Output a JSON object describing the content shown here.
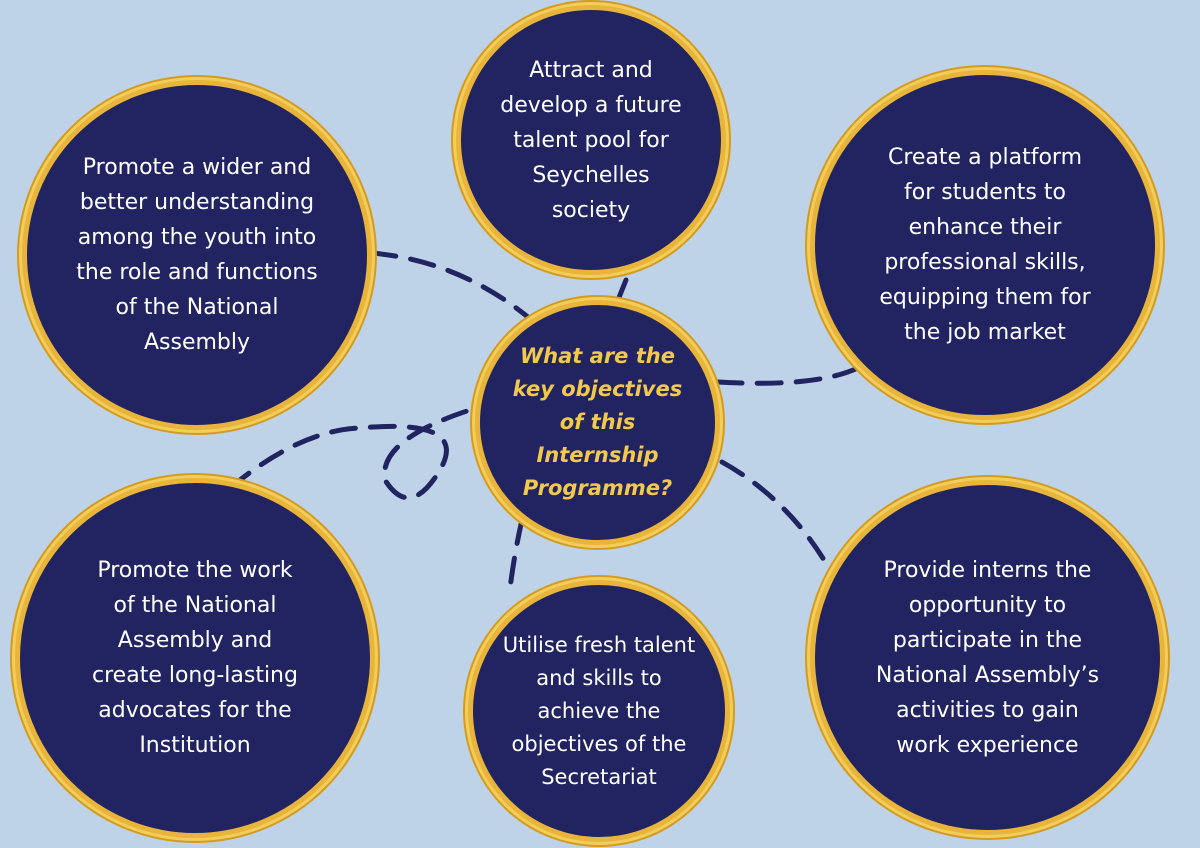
{
  "diagram": {
    "center": {
      "text": "What are the\nkey objectives\nof this\nInternship\nProgramme?"
    },
    "objectives": [
      {
        "id": "top",
        "text": "Attract and\ndevelop a future\ntalent pool for\nSeychelles\nsociety"
      },
      {
        "id": "top-left",
        "text": "Promote a wider and\nbetter understanding\namong the youth into\nthe role and functions\nof the National\nAssembly"
      },
      {
        "id": "top-right",
        "text": "Create a platform\nfor students to\nenhance their\nprofessional skills,\nequipping them for\nthe job market"
      },
      {
        "id": "bottom-left",
        "text": "Promote the work\nof the National\nAssembly and\ncreate long-lasting\nadvocates for the\nInstitution"
      },
      {
        "id": "bottom-center",
        "text": "Utilise fresh talent\nand skills to\nachieve the\nobjectives of the\nSecretariat"
      },
      {
        "id": "bottom-right",
        "text": "Provide interns the\nopportunity to\nparticipate in the\nNational Assembly’s\nactivities to gain\nwork experience"
      }
    ]
  },
  "colors": {
    "background": "#bfd3e8",
    "bubble": "#212461",
    "rim": "#e8b53a",
    "center_text": "#f2c94c",
    "connector": "#212461"
  }
}
